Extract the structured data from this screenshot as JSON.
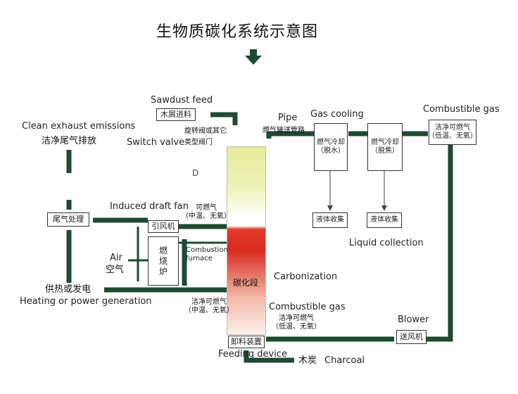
{
  "title": "生物质碳化系统示意图",
  "labels": {
    "sawdust_feed": "Sawdust feed",
    "sawdust_box": "木屑进料",
    "clean_exhaust_en": "Clean exhaust emissions",
    "clean_exhaust_cn": "洁净尾气排放",
    "switch_valve_en": "Switch valve",
    "switch_valve_cn1": "旋转阀或其它",
    "switch_valve_cn2": "类型阀门",
    "pipe_en": "Pipe",
    "pipe_cn": "燃气输送管路",
    "gas_cooling_en": "Gas cooling",
    "combustible_gas_top_en": "Combustible gas",
    "combustible_gas_top_box": "洁净可燃气\n（低温、无氧）",
    "gas_cool_box1": "燃气冷却\n（脱水）",
    "gas_cool_box2": "燃气冷却\n（脱焦）",
    "liquid_box1": "液体收集",
    "liquid_box2": "液体收集",
    "liquid_collection": "Liquid collection",
    "induced_fan_en": "Induced draft fan",
    "induced_fan_box": "引风机",
    "tail_gas_box": "尾气处理",
    "combustible_mid": "可燃气\n（中温、无氧）",
    "air_en": "Air",
    "air_cn": "空气",
    "furnace_box": "燃\n烧\n炉",
    "combustion_furnace": "Combustion\nfurnace",
    "carbonization_cn": "碳化段",
    "carbonization_en": "Carbonization",
    "heating_cn": "供热或发电",
    "heating_en": "Heating or power generation",
    "clean_gas_left": "洁净可燃气\n（中温、无氧）",
    "combustible_gas_bottom_en": "Combustible gas",
    "combustible_gas_bottom_cn": "洁净可燃气\n（低温、无氧）",
    "blower_en": "Blower",
    "blower_box": "送风机",
    "unload_box": "卸料装置",
    "feeding_device": "Feeding device",
    "charcoal_cn": "木炭",
    "charcoal_en": "Charcoal",
    "drying_partial": "D"
  },
  "colors": {
    "pipe": "#1e4a32",
    "reactor_top": "#e4eb9a",
    "reactor_bottom": "#d92a20",
    "title": "#111111"
  }
}
